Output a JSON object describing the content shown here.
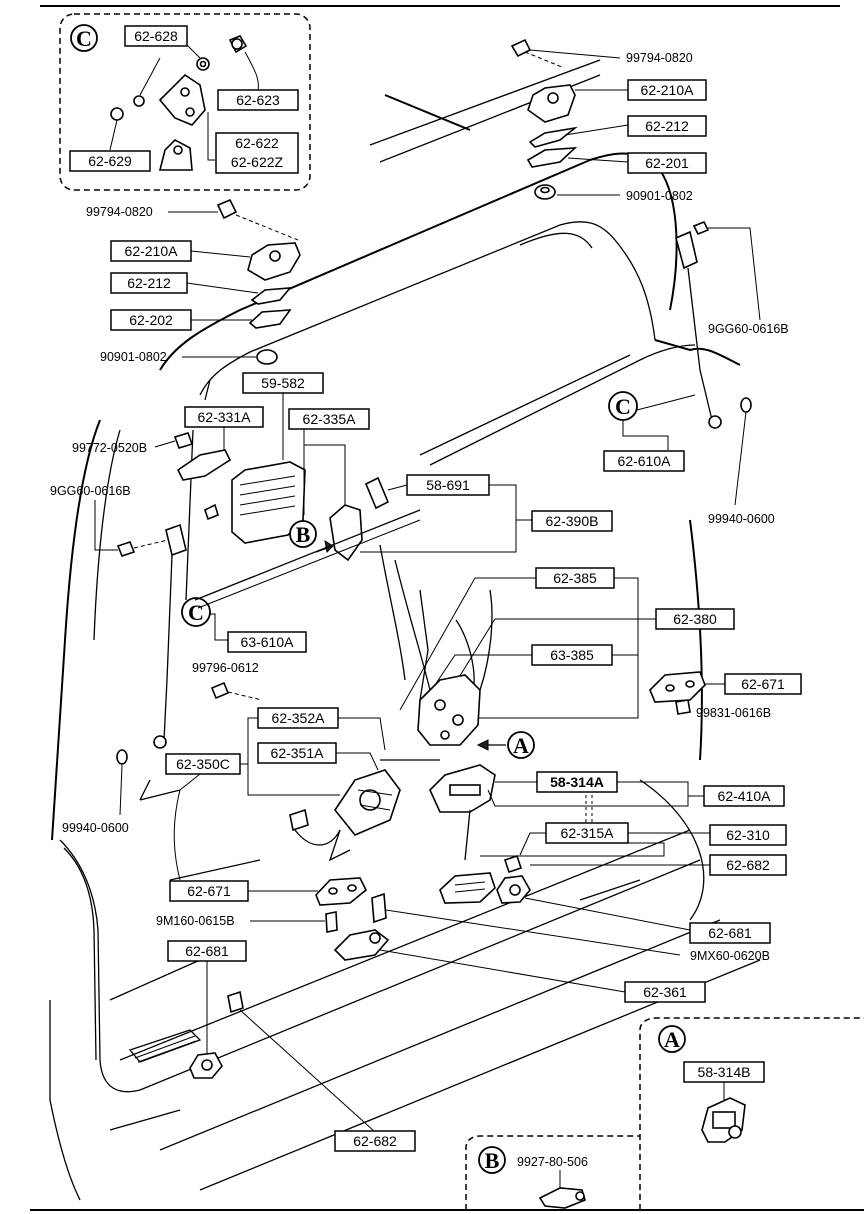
{
  "labels": {
    "p62_628": "62-628",
    "p62_623": "62-623",
    "p62_622": "62-622",
    "p62_622z": "62-622Z",
    "p62_629": "62-629",
    "p99794_top": "99794-0820",
    "p62_210a_top": "62-210A",
    "p62_212_top": "62-212",
    "p62_201": "62-201",
    "p90901_top": "90901-0802",
    "p99794_left": "99794-0820",
    "p62_210a_left": "62-210A",
    "p62_212_left": "62-212",
    "p62_202": "62-202",
    "p90901_left": "90901-0802",
    "p59_582": "59-582",
    "p62_331a": "62-331A",
    "p62_335a": "62-335A",
    "p99772": "99772-0520B",
    "p9gg60_left": "9GG60-0616B",
    "p9gg60_right": "9GG60-0616B",
    "p62_610a": "62-610A",
    "p99940_right": "99940-0600",
    "p58_691": "58-691",
    "p62_390b": "62-390B",
    "p62_385": "62-385",
    "p62_380": "62-380",
    "p63_385": "63-385",
    "p63_610a": "63-610A",
    "p99796": "99796-0612",
    "p62_671_right": "62-671",
    "p99831": "99831-0616B",
    "p62_352a": "62-352A",
    "p62_351a": "62-351A",
    "p62_350c": "62-350C",
    "p58_314a": "58-314A",
    "p62_410a": "62-410A",
    "p99940_left": "99940-0600",
    "p62_315a": "62-315A",
    "p62_310": "62-310",
    "p62_682_right": "62-682",
    "p62_671_left": "62-671",
    "p9m160": "9M160-0615B",
    "p62_681_right": "62-681",
    "p9mx60": "9MX60-0620B",
    "p62_681_left": "62-681",
    "p62_361": "62-361",
    "p62_682_bottom": "62-682",
    "p58_314b": "58-314B",
    "p9927": "9927-80-506"
  },
  "callouts": {
    "a": "A",
    "b": "B",
    "c": "C"
  }
}
